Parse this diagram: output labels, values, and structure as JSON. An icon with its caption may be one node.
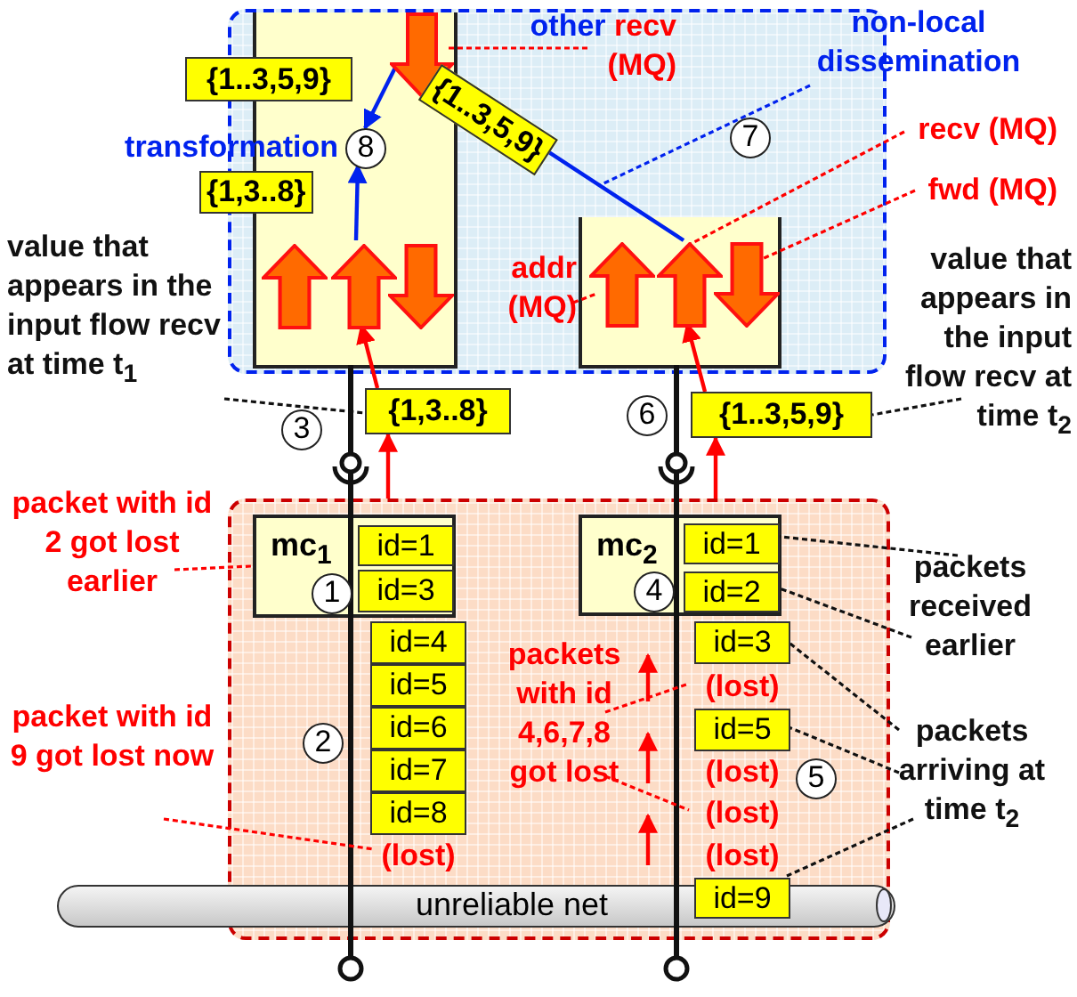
{
  "diagram": {
    "nodes": [
      {
        "text": [],
        "shape": "box"
      },
      {
        "text": [],
        "shape": "box",
        "in": 0
      },
      {
        "text": [],
        "shape": "arrow",
        "in": 1
      },
      {
        "text": [],
        "shape": "arrow",
        "in": 1
      },
      {
        "text": [],
        "shape": "arrow",
        "in": 1
      },
      {
        "text": [],
        "shape": "arrow",
        "in": 1
      },
      {
        "text": [
          "8"
        ],
        "beside": [
          "transformation"
        ],
        "in": 1
      },
      {
        "text": [],
        "shape": "box",
        "in": 0
      },
      {
        "text": [],
        "shape": "arrow",
        "in": 7
      },
      {
        "text": [],
        "shape": "arrow",
        "in": 7
      },
      {
        "text": [],
        "shape": "arrow",
        "in": 7
      },
      {
        "text": [
          "{1,3..8}"
        ]
      },
      {
        "text": [
          "{1..3,5,9}"
        ]
      },
      {
        "text": [],
        "shape": "box"
      },
      {
        "text": [
          "mc$_{1}$"
        ],
        "in": 13
      },
      {
        "text": [
          "id=1"
        ],
        "in": 14
      },
      {
        "text": [
          "id=3"
        ],
        "in": 14
      },
      {
        "text": [
          "id=4"
        ],
        "in": 13
      },
      {
        "text": [
          "id=5"
        ],
        "in": 13
      },
      {
        "text": [
          "id=6"
        ],
        "in": 13
      },
      {
        "text": [
          "id=7"
        ],
        "in": 13
      },
      {
        "text": [
          "id=8"
        ],
        "in": 13
      },
      {
        "text": [
          "(lost)"
        ],
        "in": 13
      },
      {
        "text": [
          "mc$_{2}$"
        ],
        "in": 13
      },
      {
        "text": [
          "id=1"
        ],
        "in": 23
      },
      {
        "text": [
          "id=2"
        ],
        "in": 23
      },
      {
        "text": [
          "id=3"
        ],
        "in": 13
      },
      {
        "text": [
          "(lost)"
        ],
        "in": 13
      },
      {
        "text": [
          "id=5"
        ],
        "in": 13
      },
      {
        "text": [
          "(lost)"
        ],
        "in": 13
      },
      {
        "text": [
          "(lost)"
        ],
        "in": 13
      },
      {
        "text": [
          "(lost)"
        ],
        "in": 13
      },
      {
        "text": [
          "id=9"
        ],
        "in": 13
      },
      {
        "text": [
          "unreliable net"
        ]
      },
      {
        "text": [
          "other",
          "recv (MQ)"
        ],
        "in": 0
      },
      {
        "text": [
          "non-local dissemination"
        ]
      },
      {
        "text": [
          "recv (MQ)"
        ]
      },
      {
        "text": [
          "fwd (MQ)"
        ]
      },
      {
        "text": [
          "addr (MQ)"
        ],
        "in": 0
      },
      {
        "text": [
          "value that appears in the input flow recv at time t$_{1}$"
        ]
      },
      {
        "text": [
          "value that appears in the input flow recv at time t$_{2}$"
        ]
      },
      {
        "text": [
          "packet with id 2 got lost earlier"
        ]
      },
      {
        "text": [
          "packet with id 9 got lost now"
        ]
      },
      {
        "text": [
          "packets with id 4,6,7,8 got lost"
        ],
        "in": 13
      },
      {
        "text": [
          "packets received earlier"
        ]
      },
      {
        "text": [
          "packets arriving at time t$_{2}$"
        ]
      },
      {
        "text": [
          "7"
        ],
        "in": 0
      },
      {
        "text": [
          "3"
        ]
      },
      {
        "text": [
          "6"
        ]
      },
      {
        "text": [
          "1"
        ],
        "in": 14
      },
      {
        "text": [
          "4"
        ],
        "in": 23
      },
      {
        "text": [
          "2"
        ],
        "in": 13
      },
      {
        "text": [
          "5"
        ],
        "in": 13
      },
      {
        "text": [
          "{1..3,5,9}"
        ]
      }
    ],
    "edges": [
      {
        "from": 3,
        "to": 6,
        "arrow": "to",
        "color": "#0022ee",
        "label": "{1,3..8}"
      },
      {
        "from": 5,
        "to": 6,
        "arrow": "to",
        "color": "#0022ee"
      },
      {
        "from": 9,
        "to": 5,
        "arrow": "to",
        "color": "#0022ee",
        "label": "{1..3,5,9}"
      },
      {
        "from": 11,
        "to": 3,
        "arrow": "to",
        "color": "#ff0000"
      },
      {
        "from": 13,
        "to": 11,
        "arrow": "to",
        "color": "#ff0000"
      },
      {
        "from": 12,
        "to": 9,
        "arrow": "to",
        "color": "#ff0000"
      },
      {
        "from": 13,
        "to": 12,
        "arrow": "to",
        "color": "#ff0000"
      },
      {
        "from": 34,
        "to": 5,
        "arrow": "none",
        "style": "dashed",
        "color": "#ff0000"
      },
      {
        "from": 35,
        "to": null,
        "arrow": "none",
        "style": "dashed",
        "color": "#0022ee"
      },
      {
        "from": 36,
        "to": 9,
        "arrow": "none",
        "style": "dashed",
        "color": "#ff0000"
      },
      {
        "from": 37,
        "to": 10,
        "arrow": "none",
        "style": "dashed",
        "color": "#ff0000"
      },
      {
        "from": 38,
        "to": 8,
        "arrow": "none",
        "style": "dashed",
        "color": "#ff0000"
      },
      {
        "from": 39,
        "to": 11,
        "arrow": "none",
        "style": "dashed",
        "color": "#111111"
      },
      {
        "from": 40,
        "to": 12,
        "arrow": "none",
        "style": "dashed",
        "color": "#111111"
      },
      {
        "from": 41,
        "to": 14,
        "arrow": "none",
        "style": "dashed",
        "color": "#ff0000"
      },
      {
        "from": 42,
        "to": 22,
        "arrow": "none",
        "style": "dashed",
        "color": "#ff0000"
      },
      {
        "from": 43,
        "to": 27,
        "arrow": "none",
        "style": "dashed",
        "color": "#ff0000"
      },
      {
        "from": 43,
        "to": 30,
        "arrow": "none",
        "style": "dashed",
        "color": "#ff0000"
      },
      {
        "from": 44,
        "to": 24,
        "arrow": "none",
        "style": "dashed",
        "color": "#111111"
      },
      {
        "from": 44,
        "to": 25,
        "arrow": "none",
        "style": "dashed",
        "color": "#111111"
      },
      {
        "from": 45,
        "to": 26,
        "arrow": "none",
        "style": "dashed",
        "color": "#111111"
      },
      {
        "from": 45,
        "to": 28,
        "arrow": "none",
        "style": "dashed",
        "color": "#111111"
      },
      {
        "from": 45,
        "to": 32,
        "arrow": "none",
        "style": "dashed",
        "color": "#111111"
      }
    ]
  }
}
